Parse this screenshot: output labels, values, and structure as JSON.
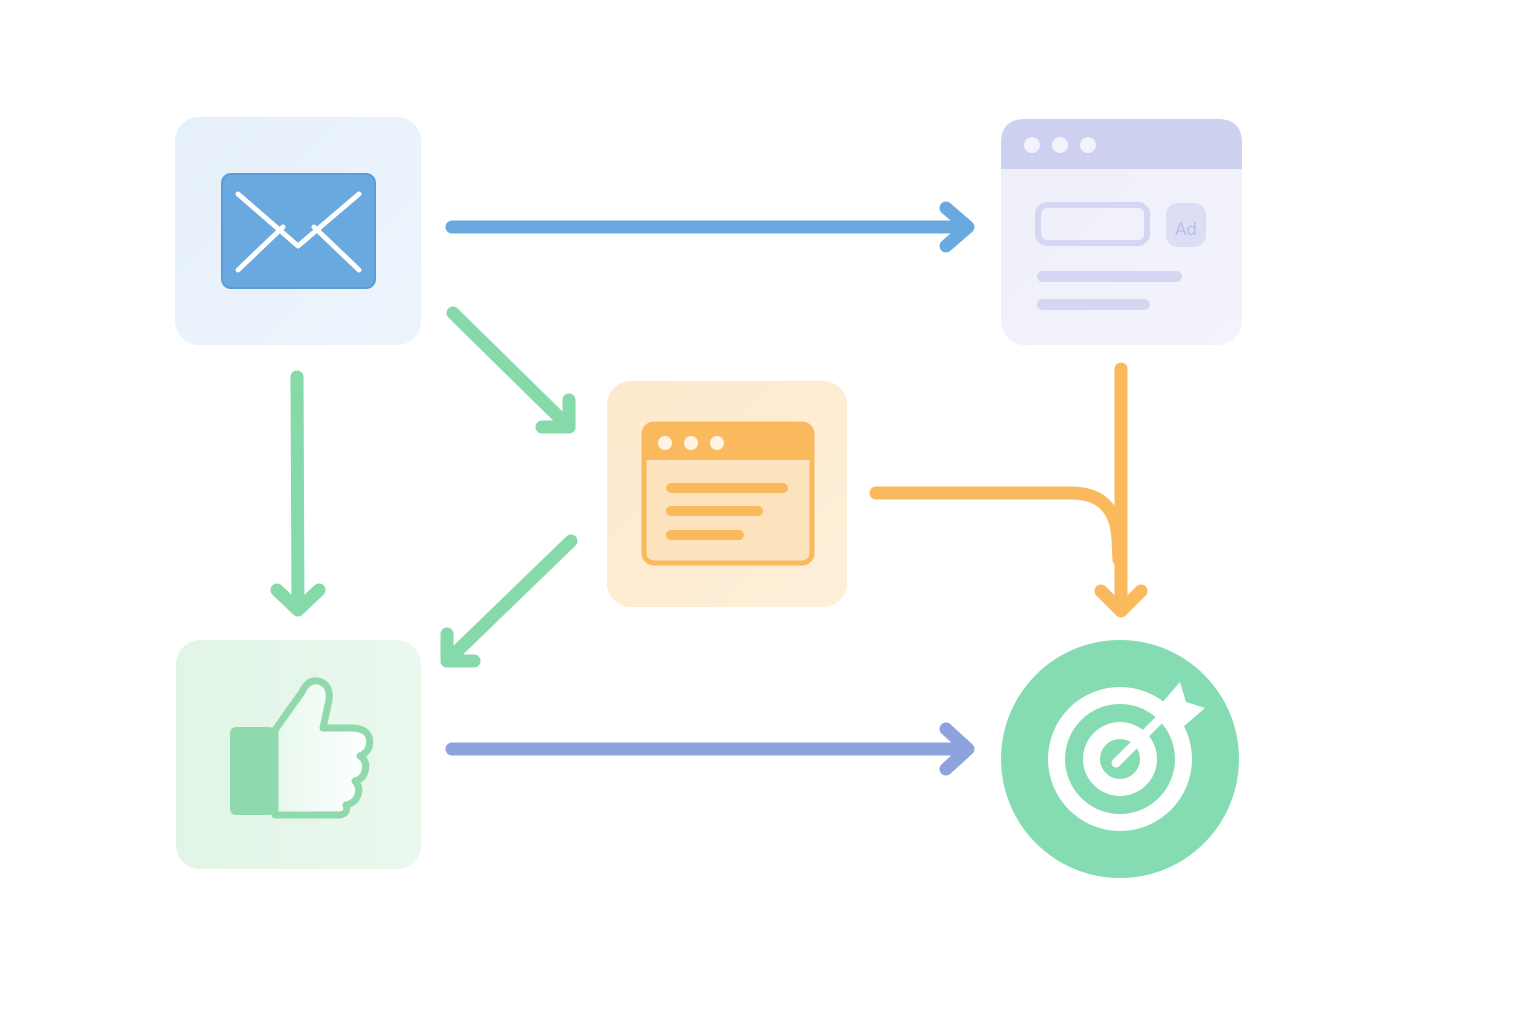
{
  "diagram": {
    "nodes": [
      {
        "id": "email",
        "icon": "envelope-icon"
      },
      {
        "id": "display-ad",
        "icon": "browser-ad-icon",
        "badge": "Ad"
      },
      {
        "id": "landing-page",
        "icon": "browser-window-icon"
      },
      {
        "id": "social-like",
        "icon": "thumbs-up-icon"
      },
      {
        "id": "goal",
        "icon": "target-arrow-icon"
      }
    ],
    "edges": [
      {
        "from": "email",
        "to": "display-ad",
        "color": "#6aa9e0"
      },
      {
        "from": "email",
        "to": "landing-page",
        "color": "#86d9a8"
      },
      {
        "from": "email",
        "to": "social-like",
        "color": "#86d9a8"
      },
      {
        "from": "landing-page",
        "to": "social-like",
        "color": "#86d9a8"
      },
      {
        "from": "display-ad",
        "to": "goal",
        "color": "#fbb95e"
      },
      {
        "from": "landing-page",
        "to": "goal",
        "color": "#fbb95e"
      },
      {
        "from": "social-like",
        "to": "goal",
        "color": "#8ea3dd"
      }
    ]
  },
  "colors": {
    "email": "#6aa9e0",
    "display_ad": "#cdd0ef",
    "landing_page": "#fbb95e",
    "social_like": "#8fd9ac",
    "goal": "#86dcb2"
  }
}
